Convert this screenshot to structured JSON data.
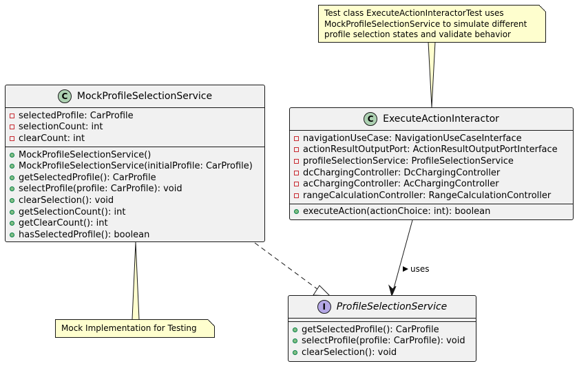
{
  "classes": {
    "mock": {
      "name": "MockProfileSelectionService",
      "stereotype": "C",
      "fields": [
        {
          "vis": "private",
          "text": "selectedProfile: CarProfile"
        },
        {
          "vis": "private",
          "text": "selectionCount: int"
        },
        {
          "vis": "private",
          "text": "clearCount: int"
        }
      ],
      "methods": [
        {
          "vis": "public",
          "text": "MockProfileSelectionService()"
        },
        {
          "vis": "public",
          "text": "MockProfileSelectionService(initialProfile: CarProfile)"
        },
        {
          "vis": "public",
          "text": "getSelectedProfile(): CarProfile"
        },
        {
          "vis": "public",
          "text": "selectProfile(profile: CarProfile): void"
        },
        {
          "vis": "public",
          "text": "clearSelection(): void"
        },
        {
          "vis": "public",
          "text": "getSelectionCount(): int"
        },
        {
          "vis": "public",
          "text": "getClearCount(): int"
        },
        {
          "vis": "public",
          "text": "hasSelectedProfile(): boolean"
        }
      ]
    },
    "interactor": {
      "name": "ExecuteActionInteractor",
      "stereotype": "C",
      "fields": [
        {
          "vis": "private",
          "text": "navigationUseCase: NavigationUseCaseInterface"
        },
        {
          "vis": "private",
          "text": "actionResultOutputPort: ActionResultOutputPortInterface"
        },
        {
          "vis": "private",
          "text": "profileSelectionService: ProfileSelectionService"
        },
        {
          "vis": "private",
          "text": "dcChargingController: DcChargingController"
        },
        {
          "vis": "private",
          "text": "acChargingController: AcChargingController"
        },
        {
          "vis": "private",
          "text": "rangeCalculationController: RangeCalculationController"
        }
      ],
      "methods": [
        {
          "vis": "public",
          "text": "executeAction(actionChoice: int): boolean"
        }
      ]
    },
    "service": {
      "name": "ProfileSelectionService",
      "stereotype": "I",
      "methods": [
        {
          "vis": "public",
          "text": "getSelectedProfile(): CarProfile"
        },
        {
          "vis": "public",
          "text": "selectProfile(profile: CarProfile): void"
        },
        {
          "vis": "public",
          "text": "clearSelection(): void"
        }
      ]
    }
  },
  "notes": {
    "test": {
      "lines": [
        "Test class ExecuteActionInteractorTest uses",
        "MockProfileSelectionService to simulate different",
        "profile selection states and validate behavior"
      ]
    },
    "mock": {
      "lines": [
        "Mock Implementation for Testing"
      ]
    }
  },
  "relations": {
    "uses": {
      "label": "uses",
      "direction_marker": ">"
    }
  },
  "colors": {
    "class_fill": "#f1f1f1",
    "class_badge": "#add1b2",
    "interface_badge": "#b4a7e5",
    "note_fill": "#fefece",
    "line": "#181818",
    "private_marker": "#c82930",
    "public_marker": "#038048"
  }
}
